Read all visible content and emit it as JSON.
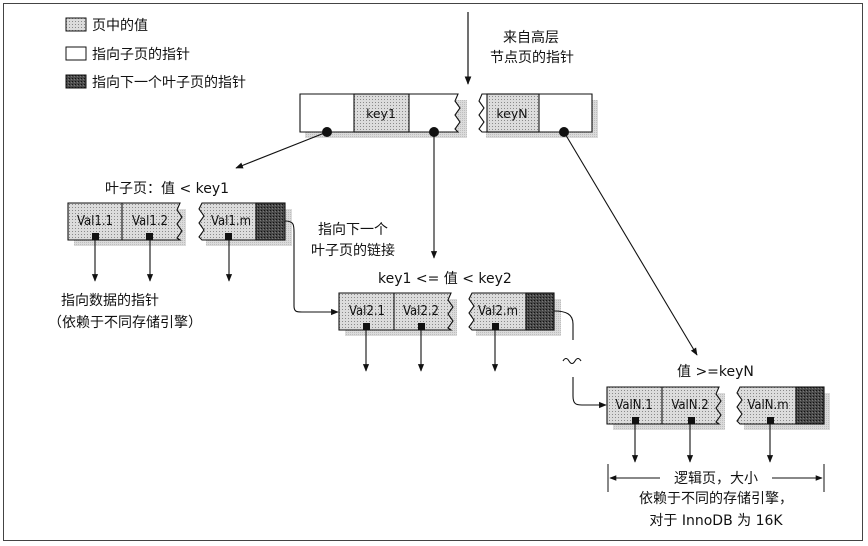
{
  "legend": {
    "value_in_page": "页中的值",
    "child_pointer": "指向子页的指针",
    "leaf_next_pointer": "指向下一个叶子页的指针"
  },
  "top_note": {
    "line1": "来自高层",
    "line2": "节点页的指针"
  },
  "root_node": {
    "key1": "key1",
    "keyN": "keyN"
  },
  "leaf1": {
    "caption": "叶子页：值 < key1",
    "v1": "Val1.1",
    "v2": "Val1.2",
    "vm": "Val1.m"
  },
  "leaf2": {
    "caption": "key1 <= 值 < key2",
    "v1": "Val2.1",
    "v2": "Val2.2",
    "vm": "Val2.m"
  },
  "leafN": {
    "caption": "值 >=keyN",
    "v1": "ValN.1",
    "v2": "ValN.2",
    "vm": "ValN.m"
  },
  "notes": {
    "link_note_line1": "指向下一个",
    "link_note_line2": "叶子页的链接",
    "data_pointer_line1": "指向数据的指针",
    "data_pointer_line2": "（依赖于不同存储引擎）",
    "size_label": "逻辑页，大小",
    "size_line2": "依赖于不同的存储引擎，",
    "size_line3": "对于 InnoDB 为 16K"
  }
}
